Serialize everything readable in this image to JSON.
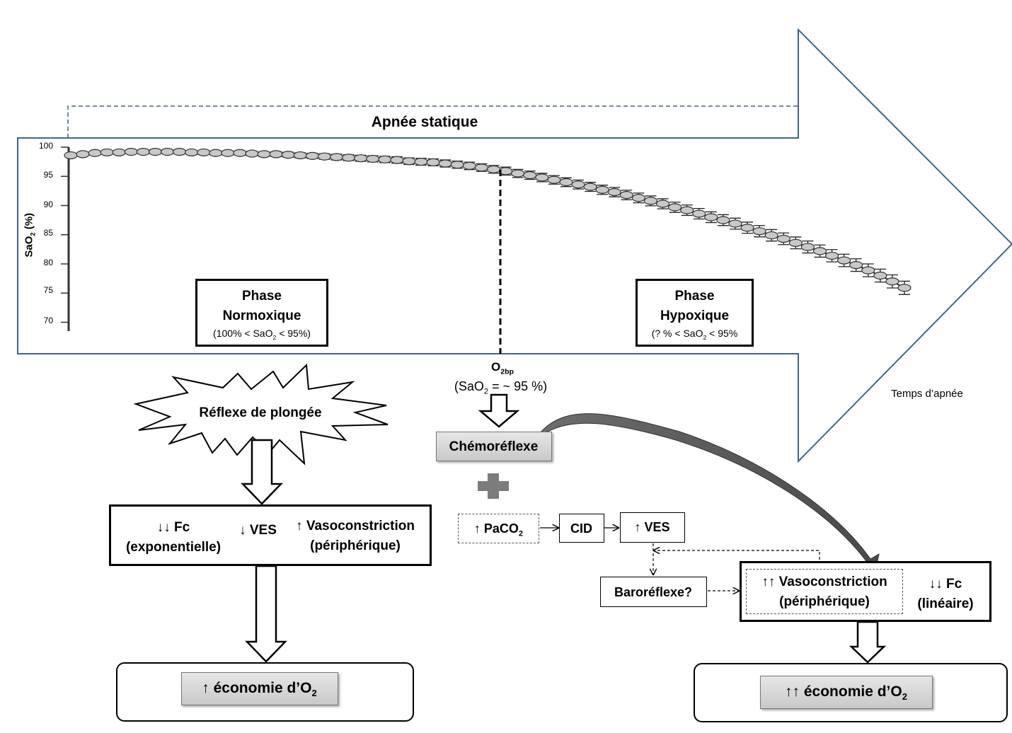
{
  "diagram_title": "Apnée statique",
  "x_axis_label": "Temps d’apnée",
  "y_axis": {
    "label_main": "SaO",
    "label_sub": "2",
    "label_tail": " (%)",
    "ticks": [
      "100",
      "95",
      "90",
      "85",
      "80",
      "75",
      "70"
    ]
  },
  "chart_data": {
    "type": "line",
    "ylabel": "SaO2 (%)",
    "xlabel": "Temps d’apnée",
    "ylim": [
      68,
      101
    ],
    "x": [
      1,
      2,
      3,
      4,
      5,
      6,
      7,
      8,
      9,
      10,
      11,
      12,
      13,
      14,
      15,
      16,
      17,
      18,
      19,
      20,
      21,
      22,
      23,
      24,
      25,
      26,
      27,
      28,
      29,
      30,
      31,
      32,
      33,
      34,
      35,
      36,
      37,
      38,
      39,
      40,
      41,
      42,
      43,
      44,
      45,
      46,
      47,
      48,
      49,
      50,
      51,
      52,
      53,
      54,
      55,
      56,
      57,
      58,
      59,
      60,
      61,
      62,
      63,
      64,
      65,
      66,
      67,
      68,
      69,
      70
    ],
    "series": [
      {
        "values": [
          98.6,
          98.8,
          99.0,
          99.1,
          99.1,
          99.2,
          99.2,
          99.2,
          99.2,
          99.2,
          99.1,
          99.1,
          99.0,
          99.0,
          99.0,
          98.9,
          98.8,
          98.8,
          98.7,
          98.6,
          98.5,
          98.4,
          98.3,
          98.2,
          98.1,
          98.0,
          97.9,
          97.8,
          97.6,
          97.5,
          97.4,
          97.2,
          97.0,
          96.8,
          96.5,
          96.2,
          95.9,
          95.5,
          95.2,
          94.8,
          94.4,
          94.0,
          93.6,
          93.2,
          92.7,
          92.3,
          91.8,
          91.3,
          90.8,
          90.3,
          89.7,
          89.2,
          88.6,
          88.0,
          87.5,
          86.9,
          86.2,
          85.6,
          84.9,
          84.3,
          83.6,
          82.9,
          82.2,
          81.4,
          80.6,
          79.8,
          78.9,
          78.0,
          77.0,
          75.9
        ]
      }
    ]
  },
  "phase_normo": {
    "title1": "Phase",
    "title2": "Normoxique",
    "detail_a": "(100% < SaO",
    "detail_sub": "2",
    "detail_b": " < 95%)"
  },
  "phase_hypo": {
    "title1": "Phase",
    "title2": "Hypoxique",
    "detail_a": "(? % < SaO",
    "detail_sub": "2",
    "detail_b": " < 95%"
  },
  "o2bp": {
    "main": "O",
    "sub": "2bp",
    "detail_a": "(SaO",
    "detail_sub": "2",
    "detail_b": " = ~ 95 %)"
  },
  "reflex": "Réflexe de plongée",
  "left_effects": {
    "fc_1": "↓↓ Fc",
    "fc_2": "(exponentielle)",
    "ves": "↓ VES",
    "vaso_1": "↑ Vasoconstriction",
    "vaso_2": "(périphérique)"
  },
  "left_result": {
    "text_a": "↑ économie d’O",
    "text_sub": "2"
  },
  "chemoreflex": "Chémoréflexe",
  "paco2": {
    "text_a": "↑ PaCO",
    "text_sub": "2"
  },
  "cid": "CID",
  "ves_right": "↑ VES",
  "baroreflex": "Baroréflexe?",
  "right_effects": {
    "vaso_1": "↑↑ Vasoconstriction",
    "vaso_2": "(périphérique)",
    "fc_1": "↓↓ Fc",
    "fc_2": "(linéaire)"
  },
  "right_result": {
    "text_a": "↑↑ économie d’O",
    "text_sub": "2"
  },
  "icons": [
    "heart-icon",
    "brain-icon",
    "plus-icon",
    "down-arrow-icon",
    "starburst-icon"
  ]
}
